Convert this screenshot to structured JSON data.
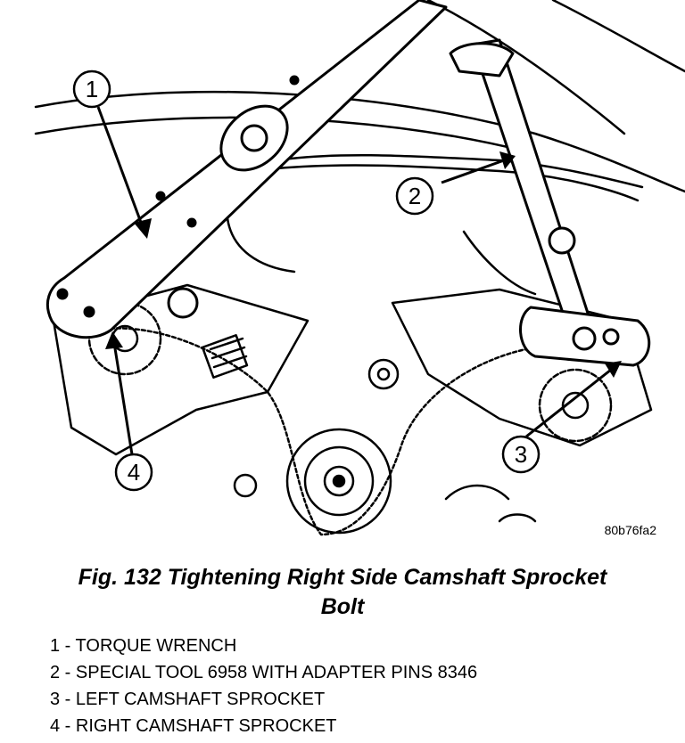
{
  "figure": {
    "callouts": [
      {
        "number": "1"
      },
      {
        "number": "2"
      },
      {
        "number": "3"
      },
      {
        "number": "4"
      }
    ],
    "image_code": "80b76fa2"
  },
  "caption": {
    "line1": "Fig. 132 Tightening Right Side Camshaft Sprocket",
    "line2": "Bolt"
  },
  "legend": [
    "1 - TORQUE WRENCH",
    "2 - SPECIAL TOOL 6958 WITH ADAPTER PINS 8346",
    "3 - LEFT CAMSHAFT SPROCKET",
    "4 - RIGHT CAMSHAFT SPROCKET"
  ],
  "colors": {
    "ink": "#000000",
    "paper": "#ffffff"
  }
}
